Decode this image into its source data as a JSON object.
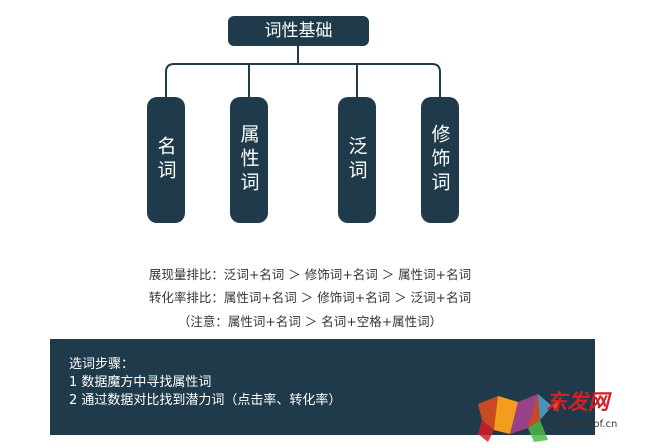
{
  "root": "词性基础",
  "branches": [
    {
      "label": "名词"
    },
    {
      "label": "属性词"
    },
    {
      "label": "泛词"
    },
    {
      "label": "修饰词"
    }
  ],
  "rankings": {
    "display": "展现量排比：泛词+名词 ＞ 修饰词+名词 ＞ 属性词+名词",
    "conversion": "转化率排比：属性词+名词 ＞ 修饰词+名词 ＞ 泛词+名词",
    "note": "（注意：属性词+名词 ＞ 名词+空格+属性词）"
  },
  "steps": {
    "title": "选词步骤：",
    "items": [
      "1 数据魔方中寻找属性词",
      "2 通过数据对比找到潜力词（点击率、转化率）"
    ]
  },
  "watermark": {
    "brand": "东发网",
    "url": "www.6pf.cn"
  },
  "colors": {
    "node": "#1f3b4b",
    "watermark_red": "#d51f27"
  }
}
